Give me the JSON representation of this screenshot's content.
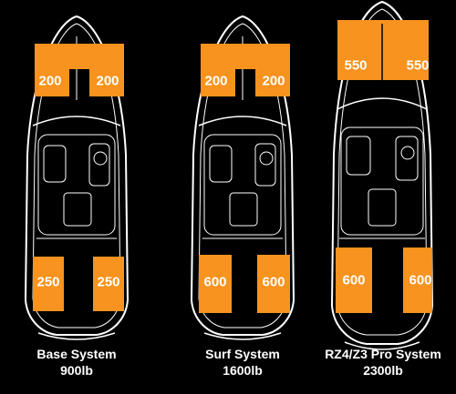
{
  "colors": {
    "background": "#000000",
    "outline": "#ffffff",
    "tank": "#f7931e",
    "text": "#ffffff"
  },
  "systems": [
    {
      "name": "Base System",
      "total": "900lb",
      "bow_tanks": [
        "200",
        "200"
      ],
      "stern_tanks": [
        "250",
        "250"
      ]
    },
    {
      "name": "Surf System",
      "total": "1600lb",
      "bow_tanks": [
        "200",
        "200"
      ],
      "stern_tanks": [
        "600",
        "600"
      ]
    },
    {
      "name": "RZ4/Z3 Pro System",
      "total": "2300lb",
      "bow_tanks": [
        "550",
        "550"
      ],
      "stern_tanks": [
        "600",
        "600"
      ]
    }
  ]
}
